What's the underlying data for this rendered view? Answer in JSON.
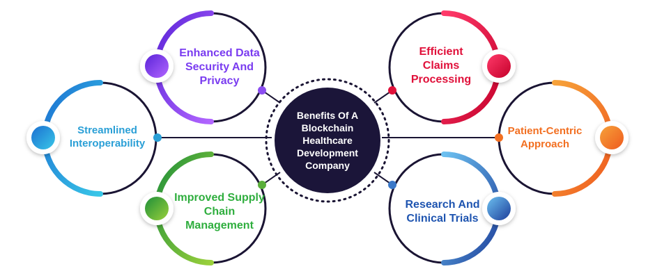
{
  "center": {
    "title": "Benefits Of A Blockchain Healthcare Development Company"
  },
  "benefits": [
    {
      "key": "enhanced-data-security",
      "label": "Enhanced Data Security And Privacy",
      "color": "#7a3cf0"
    },
    {
      "key": "streamlined-interoperability",
      "label": "Streamlined Interoperability",
      "color": "#2a9fd6"
    },
    {
      "key": "improved-supply-chain",
      "label": "Improved Supply Chain Management",
      "color": "#39b54a"
    },
    {
      "key": "efficient-claims",
      "label": "Efficient Claims Processing",
      "color": "#e0103a"
    },
    {
      "key": "patient-centric",
      "label": "Patient-Centric Approach",
      "color": "#f26f21"
    },
    {
      "key": "research-clinical",
      "label": "Research And Clinical Trials",
      "color": "#1e54b0"
    }
  ]
}
